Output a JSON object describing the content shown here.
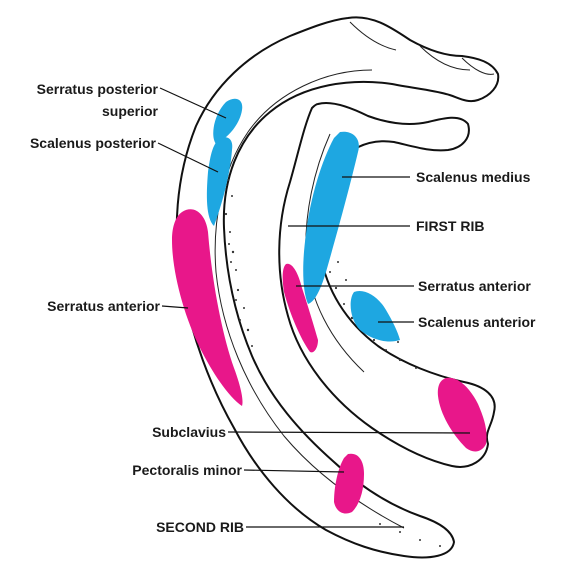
{
  "colors": {
    "origin_blue": "#1ea7e1",
    "insertion_magenta": "#e8178a",
    "bone_outline": "#111111",
    "label_text": "#1a1a1a"
  },
  "labels": {
    "serratus_posterior_superior_line1": "Serratus posterior",
    "serratus_posterior_superior_line2": "superior",
    "scalenus_posterior": "Scalenus posterior",
    "serratus_anterior_left": "Serratus anterior",
    "subclavius": "Subclavius",
    "pectoralis_minor": "Pectoralis minor",
    "second_rib": "SECOND RIB",
    "scalenus_medius": "Scalenus medius",
    "first_rib": "FIRST RIB",
    "serratus_anterior_right": "Serratus anterior",
    "scalenus_anterior": "Scalenus anterior"
  }
}
